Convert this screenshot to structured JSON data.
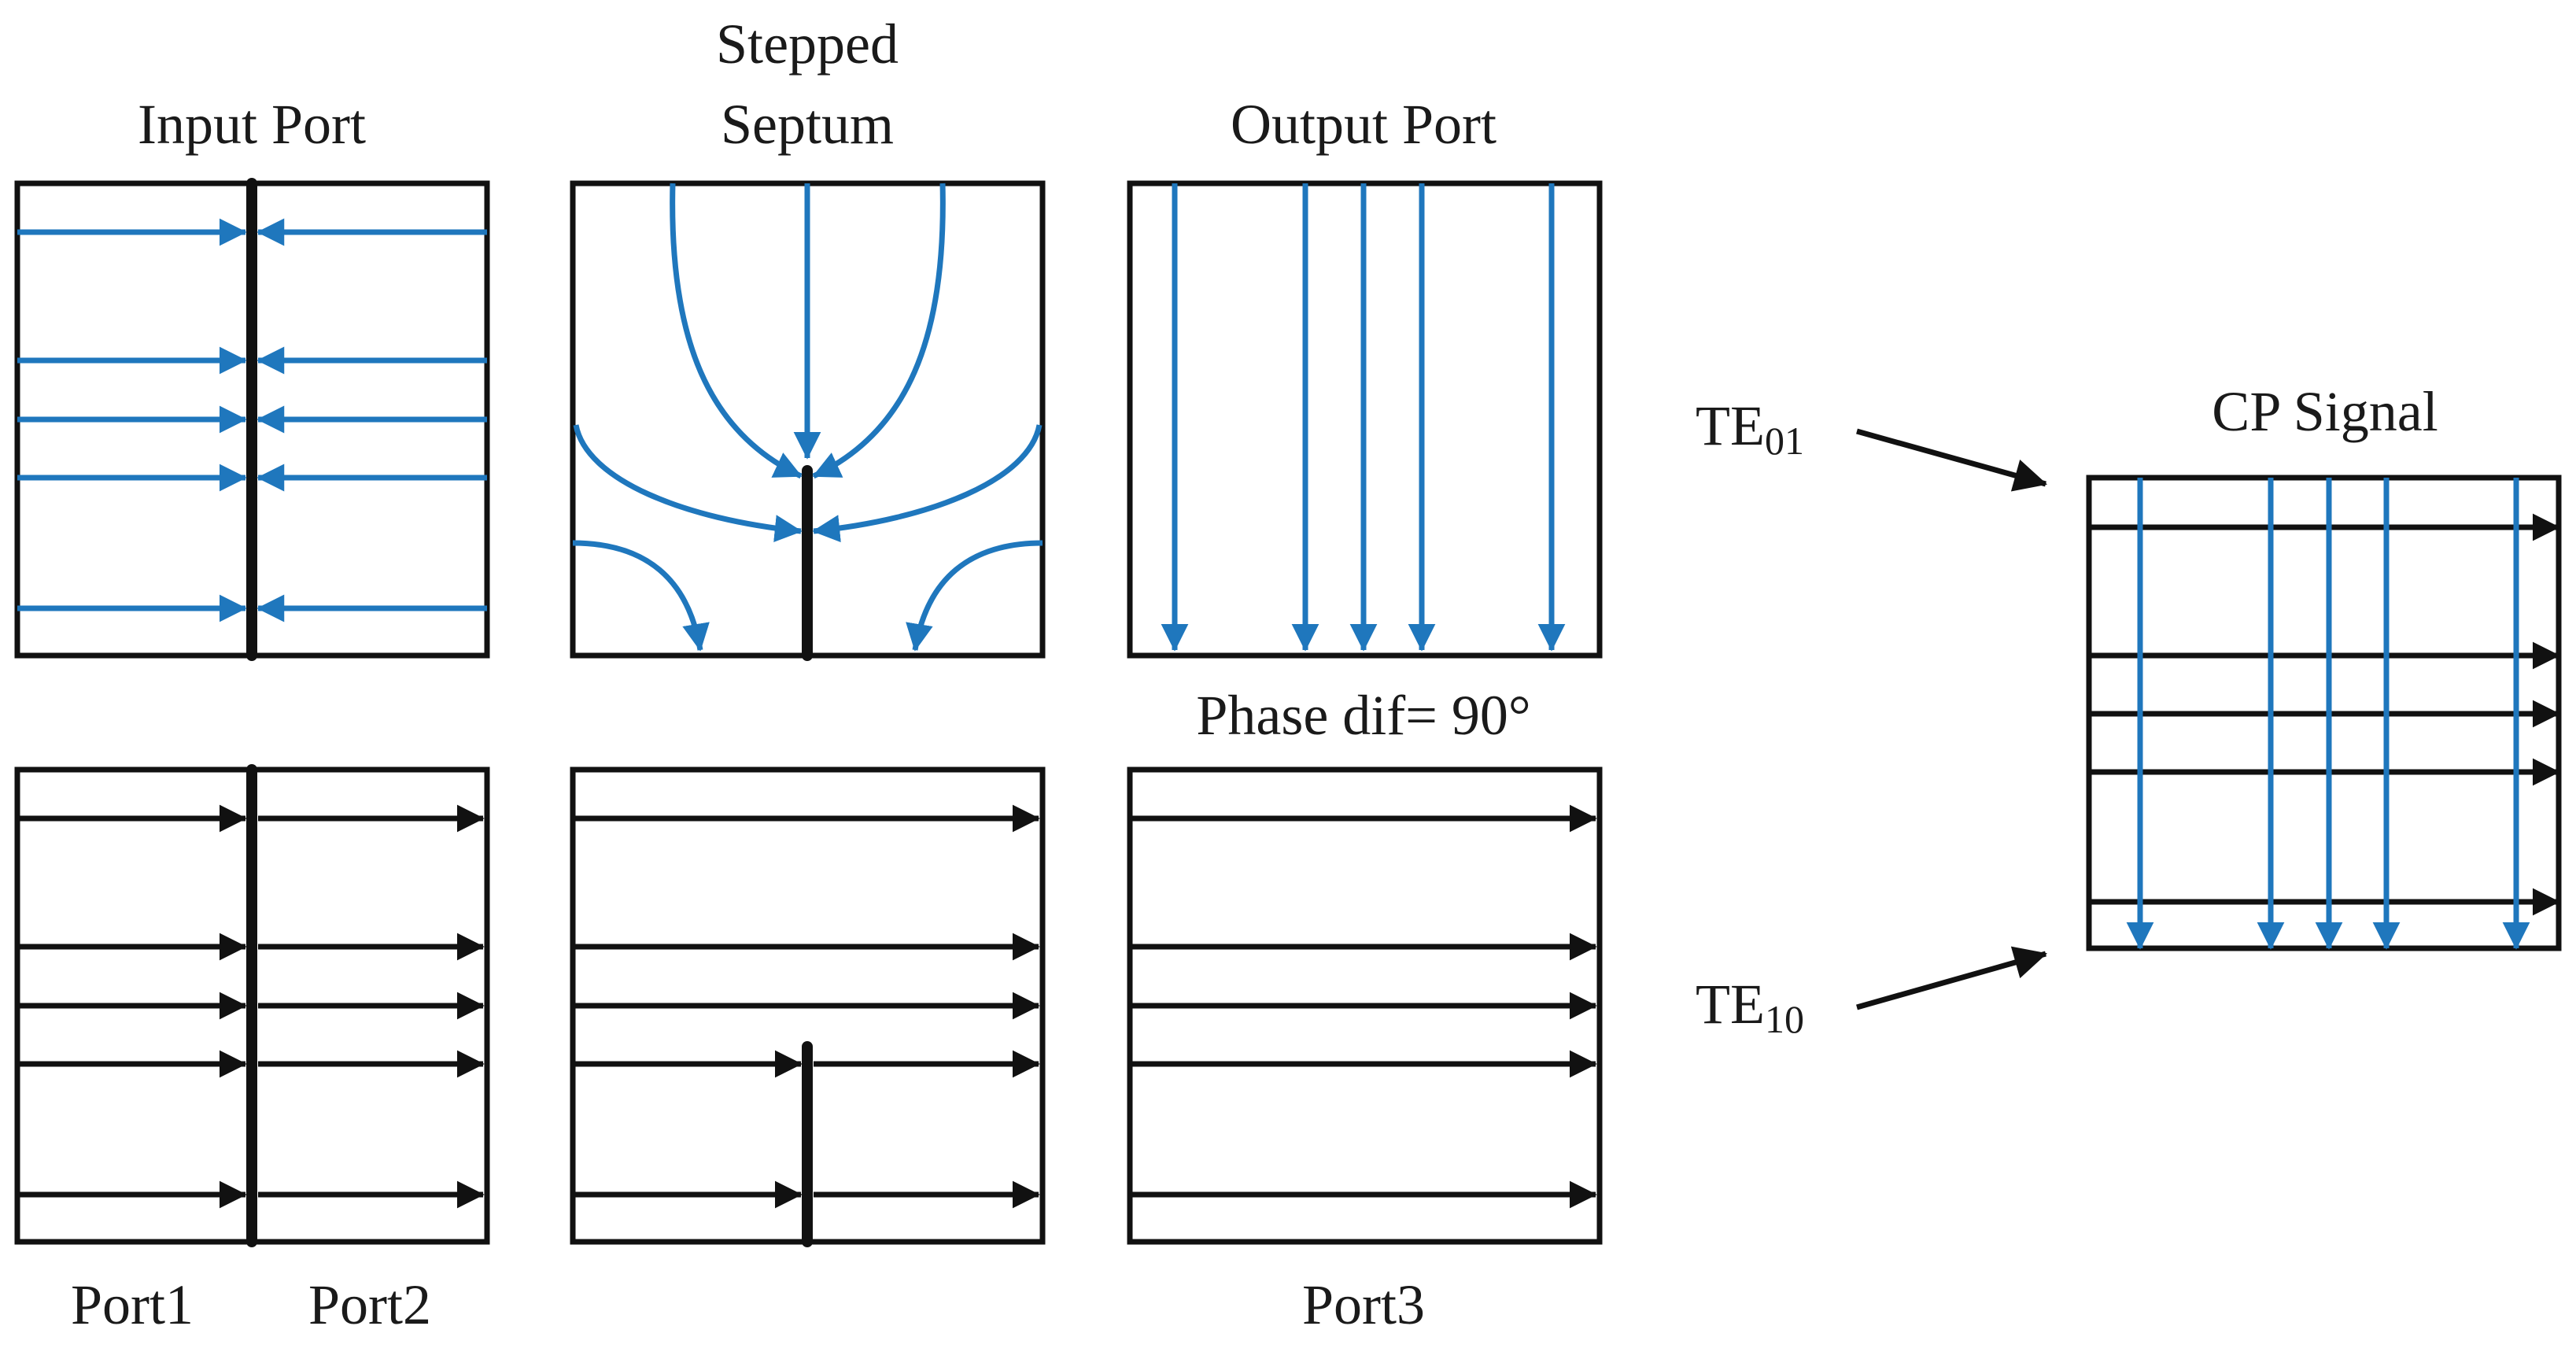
{
  "labels": {
    "input_port": "Input Port",
    "stepped_l1": "Stepped",
    "stepped_l2": "Septum",
    "output_port": "Output Port",
    "phase": "Phase dif= 90°",
    "port1": "Port1",
    "port2": "Port2",
    "port3": "Port3",
    "cp_signal": "CP Signal",
    "te01_base": "TE",
    "te01_sub": "01",
    "te10_base": "TE",
    "te10_sub": "10"
  },
  "colors": {
    "field_blue": "#1f77bd",
    "field_black": "#111111",
    "frame": "#111111",
    "background": "#ffffff"
  },
  "icons": {
    "arrowhead": "triangle-arrowhead",
    "field_line": "e-field-line"
  }
}
